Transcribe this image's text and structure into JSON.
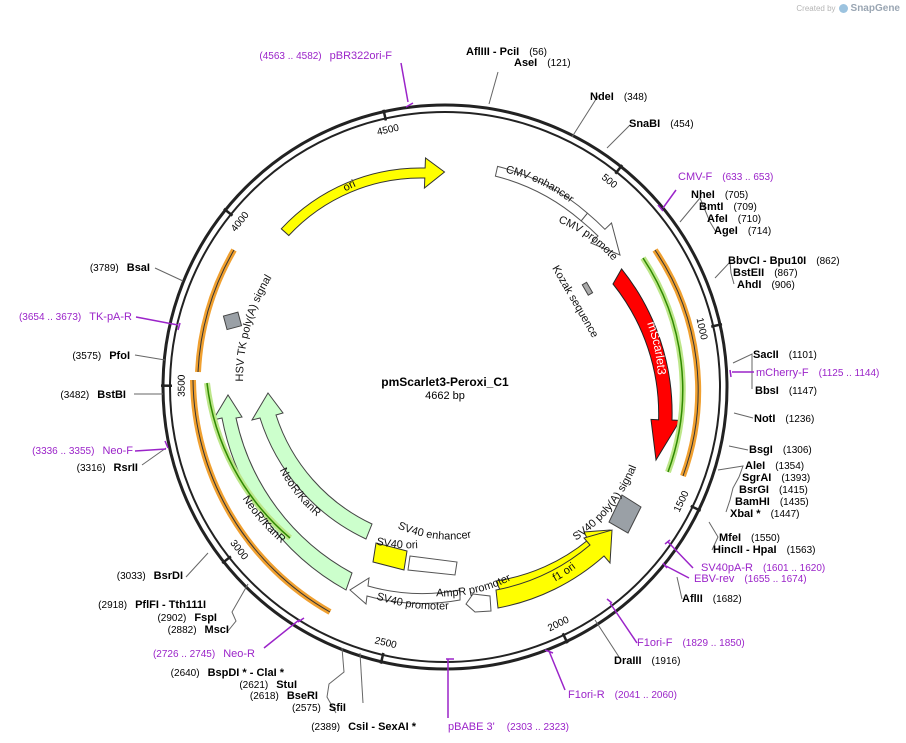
{
  "brand": {
    "prefix": "Created by",
    "name": "SnapGene"
  },
  "plasmid": {
    "name": "pmScarlet3-Peroxi_C1",
    "length_label": "4662 bp",
    "length": 4662
  },
  "tick_labels": [
    "500",
    "1000",
    "1500",
    "2000",
    "2500",
    "3000",
    "3500",
    "4000",
    "4500"
  ],
  "enzymes": [
    {
      "name": "AflIII",
      "name2": "PciI",
      "pos": 56,
      "pos_label": "(56)"
    },
    {
      "name": "AseI",
      "pos": 121,
      "pos_label": "(121)"
    },
    {
      "name": "NdeI",
      "pos": 348,
      "pos_label": "(348)"
    },
    {
      "name": "SnaBI",
      "pos": 454,
      "pos_label": "(454)"
    },
    {
      "name": "NheI",
      "pos": 705,
      "pos_label": "(705)"
    },
    {
      "name": "BmtI",
      "pos": 709,
      "pos_label": "(709)"
    },
    {
      "name": "AfeI",
      "pos": 710,
      "pos_label": "(710)"
    },
    {
      "name": "AgeI",
      "pos": 714,
      "pos_label": "(714)"
    },
    {
      "name": "BbvCI",
      "name2": "Bpu10I",
      "pos": 862,
      "pos_label": "(862)"
    },
    {
      "name": "BstEII",
      "pos": 867,
      "pos_label": "(867)"
    },
    {
      "name": "AhdI",
      "pos": 906,
      "pos_label": "(906)"
    },
    {
      "name": "SacII",
      "pos": 1101,
      "pos_label": "(1101)"
    },
    {
      "name": "BbsI",
      "pos": 1147,
      "pos_label": "(1147)"
    },
    {
      "name": "NotI",
      "pos": 1236,
      "pos_label": "(1236)"
    },
    {
      "name": "BsgI",
      "pos": 1306,
      "pos_label": "(1306)"
    },
    {
      "name": "AleI",
      "pos": 1354,
      "pos_label": "(1354)"
    },
    {
      "name": "SgrAI",
      "pos": 1393,
      "pos_label": "(1393)"
    },
    {
      "name": "BsrGI",
      "pos": 1415,
      "pos_label": "(1415)"
    },
    {
      "name": "BamHI",
      "pos": 1435,
      "pos_label": "(1435)"
    },
    {
      "name": "XbaI *",
      "pos": 1447,
      "pos_label": "(1447)"
    },
    {
      "name": "MfeI",
      "pos": 1550,
      "pos_label": "(1550)"
    },
    {
      "name": "HincII",
      "name2": "HpaI",
      "pos": 1563,
      "pos_label": "(1563)"
    },
    {
      "name": "AflII",
      "pos": 1682,
      "pos_label": "(1682)"
    },
    {
      "name": "DraIII",
      "pos": 1916,
      "pos_label": "(1916)"
    },
    {
      "name": "CsiI",
      "name2": "SexAI *",
      "pos": 2389,
      "pos_label": "(2389)"
    },
    {
      "name": "SfiI",
      "pos": 2575,
      "pos_label": "(2575)"
    },
    {
      "name": "BseRI",
      "pos": 2618,
      "pos_label": "(2618)"
    },
    {
      "name": "StuI",
      "pos": 2621,
      "pos_label": "(2621)"
    },
    {
      "name": "BspDI *",
      "name2": "ClaI *",
      "pos": 2640,
      "pos_label": "(2640)"
    },
    {
      "name": "MscI",
      "pos": 2882,
      "pos_label": "(2882)"
    },
    {
      "name": "FspI",
      "pos": 2902,
      "pos_label": "(2902)"
    },
    {
      "name": "PflFI",
      "name2": "Tth111I",
      "pos": 2918,
      "pos_label": "(2918)"
    },
    {
      "name": "BsrDI",
      "pos": 3033,
      "pos_label": "(3033)"
    },
    {
      "name": "RsrII",
      "pos": 3316,
      "pos_label": "(3316)"
    },
    {
      "name": "BstBI",
      "pos": 3482,
      "pos_label": "(3482)"
    },
    {
      "name": "PfoI",
      "pos": 3575,
      "pos_label": "(3575)"
    },
    {
      "name": "BsaI",
      "pos": 3789,
      "pos_label": "(3789)"
    }
  ],
  "primers": [
    {
      "name": "pBR322ori-F",
      "range": "(4563 .. 4582)"
    },
    {
      "name": "CMV-F",
      "range": "(633 .. 653)"
    },
    {
      "name": "mCherry-F",
      "range": "(1125 .. 1144)"
    },
    {
      "name": "SV40pA-R",
      "range": "(1601 .. 1620)"
    },
    {
      "name": "EBV-rev",
      "range": "(1655 .. 1674)"
    },
    {
      "name": "F1ori-F",
      "range": "(1829 .. 1850)"
    },
    {
      "name": "F1ori-R",
      "range": "(2041 .. 2060)"
    },
    {
      "name": "pBABE 3'",
      "range": "(2303 .. 2323)"
    },
    {
      "name": "Neo-R",
      "range": "(2726 .. 2745)"
    },
    {
      "name": "Neo-F",
      "range": "(3336 .. 3355)"
    },
    {
      "name": "TK-pA-R",
      "range": "(3654 .. 3673)"
    }
  ],
  "features": [
    {
      "name": "ori",
      "color": "#ffff00"
    },
    {
      "name": "CMV enhancer",
      "color": "#ffffff"
    },
    {
      "name": "CMV promoter",
      "color": "#ffffff"
    },
    {
      "name": "Kozak sequence",
      "color": "#999999"
    },
    {
      "name": "mScarlet3",
      "color": "#ff0000"
    },
    {
      "name": "SV40 poly(A) signal",
      "color": "#999999"
    },
    {
      "name": "f1 ori",
      "color": "#ffff00"
    },
    {
      "name": "AmpR promoter",
      "color": "#ffffff"
    },
    {
      "name": "SV40 promoter",
      "color": "#ffffff"
    },
    {
      "name": "SV40 ori",
      "color": "#ffff00"
    },
    {
      "name": "SV40 enhancer",
      "color": "#ffffff"
    },
    {
      "name": "NeoR/KanR",
      "color": "#ccffcc"
    },
    {
      "name": "HSV TK poly(A) signal",
      "color": "#999999"
    }
  ],
  "colors": {
    "primer": "#9b24c9",
    "orf_outline": "#f0a030",
    "orf_inner": "#2f8a00"
  }
}
